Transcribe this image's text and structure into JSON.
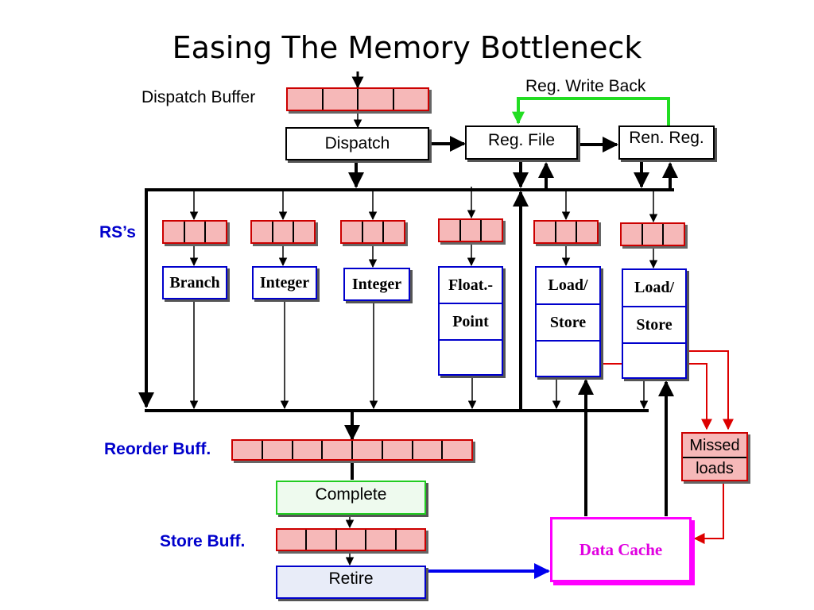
{
  "title": "Easing The Memory Bottleneck",
  "labels": {
    "dispatch_buffer": "Dispatch Buffer",
    "reg_write_back": "Reg. Write Back",
    "rs": "RS’s",
    "reorder_buff": "Reorder Buff.",
    "store_buff": "Store Buff."
  },
  "boxes": {
    "dispatch": "Dispatch",
    "reg_file": "Reg. File",
    "ren_reg": "Ren. Reg.",
    "complete": "Complete",
    "retire": "Retire",
    "data_cache": "Data Cache",
    "missed_loads_1": "Missed",
    "missed_loads_2": "loads"
  },
  "units": {
    "branch": "Branch",
    "integer_1": "Integer",
    "integer_2": "Integer",
    "float_1": "Float.-",
    "float_2": "Point",
    "load_store_1a": "Load/",
    "load_store_1b": "Store",
    "load_store_2a": "Load/",
    "load_store_2b": "Store"
  },
  "colors": {
    "write_back_path": "#22dd22",
    "functional_unit_border": "#0000cc",
    "buffer_fill": "#f6b8b8",
    "buffer_border": "#cc0000",
    "miss_path": "#dd0000",
    "data_cache_border": "#ff00ff",
    "data_cache_text": "#e000e0",
    "store_to_cache_path": "#0000ee",
    "complete_border": "#22cc22",
    "retire_border": "#0000cc"
  }
}
